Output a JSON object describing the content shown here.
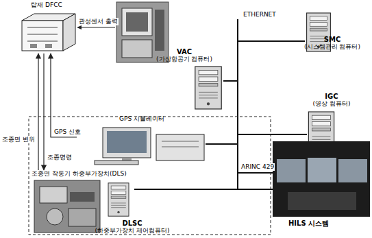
{
  "diagram": {
    "nodes": [
      {
        "text": [
          "탑재 DFCC"
        ]
      },
      {
        "text": [
          "SMC",
          "(시스템관리 컴퓨터)"
        ]
      },
      {
        "text": [
          "VAC",
          "(가상항공기 컴퓨터)"
        ]
      },
      {
        "text": [
          "IGC",
          "(영상 컴퓨터)"
        ]
      },
      {
        "text": [
          "GPS 시뮬레이터"
        ]
      },
      {
        "text": [
          "조종면 작동기 하중부가장치(DLS)"
        ]
      },
      {
        "text": [
          "DLSC",
          "(하중부가장치 제어컴퓨터)"
        ]
      }
    ],
    "edges": [
      {
        "from": 4,
        "to": 0,
        "label": "GPS 신호",
        "arrow": "to"
      },
      {
        "from": 5,
        "to": 0,
        "label": "조종면 변위",
        "arrow": "to"
      },
      {
        "from": 0,
        "to": 5,
        "label": "조종명령",
        "arrow": "to"
      }
    ],
    "labels": [
      "관성센서 출력",
      "ETHERNET",
      "ARINC 429",
      "HILS 시스템"
    ]
  }
}
